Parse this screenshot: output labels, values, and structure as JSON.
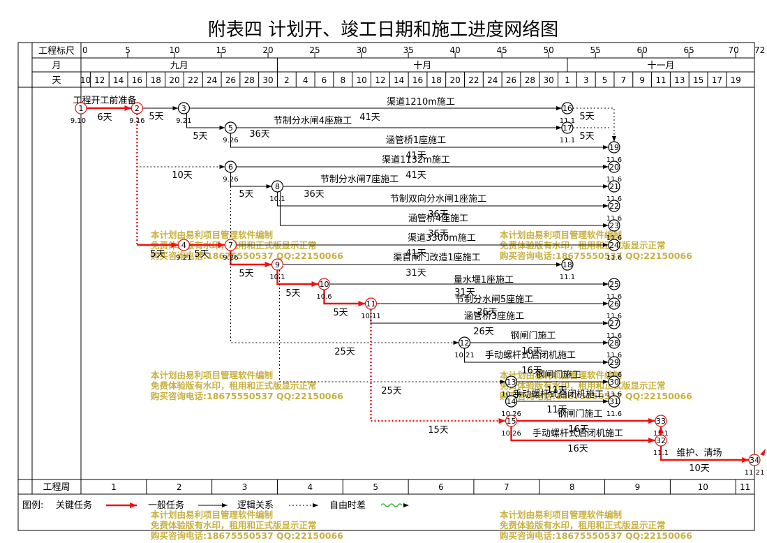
{
  "title": "附表四  计划开、竣工日期和施工进度网络图",
  "header": {
    "row_labels": [
      "工程标尺",
      "月",
      "天"
    ],
    "ruler_ticks": [
      "0",
      "5",
      "10",
      "15",
      "20",
      "25",
      "30",
      "35",
      "40",
      "45",
      "50",
      "55",
      "60",
      "65",
      "70",
      "72"
    ],
    "months": [
      "九月",
      "十月",
      "十一月"
    ],
    "days": [
      "10",
      "12",
      "14",
      "16",
      "18",
      "20",
      "22",
      "24",
      "26",
      "28",
      "30",
      "2",
      "4",
      "6",
      "8",
      "10",
      "12",
      "14",
      "16",
      "18",
      "20",
      "22",
      "24",
      "26",
      "28",
      "30",
      "1",
      "3",
      "5",
      "7",
      "9",
      "11",
      "13",
      "15",
      "17",
      "19"
    ]
  },
  "footer": {
    "week_label": "工程周",
    "weeks": [
      "1",
      "2",
      "3",
      "4",
      "5",
      "6",
      "7",
      "8",
      "9",
      "10",
      "11"
    ]
  },
  "legend": {
    "prefix": "图例:",
    "critical": "关键任务",
    "normal": "一般任务",
    "logic": "逻辑关系",
    "float": "自由时差"
  },
  "watermark": {
    "line1": "本计划由易利项目管理软件编制",
    "line2": "免费体验版有水印，租用和正式版显示正常",
    "line3": "购买咨询电话:18675550537 QQ:22150066"
  },
  "colors": {
    "critical": "#ee1111",
    "float_legend": "#44bb44",
    "watermark": "#c8b040"
  },
  "nodes": [
    {
      "id": "1",
      "date": "9.10"
    },
    {
      "id": "2",
      "date": "9.16"
    },
    {
      "id": "3",
      "date": "9.21"
    },
    {
      "id": "4",
      "date": "9.21"
    },
    {
      "id": "5",
      "date": "9.26"
    },
    {
      "id": "6",
      "date": "9.26"
    },
    {
      "id": "7",
      "date": "9.26"
    },
    {
      "id": "8",
      "date": "10.1"
    },
    {
      "id": "9",
      "date": "10.1"
    },
    {
      "id": "10",
      "date": "10.6"
    },
    {
      "id": "11",
      "date": "10.11"
    },
    {
      "id": "12",
      "date": "10.21"
    },
    {
      "id": "13",
      "date": "10.26"
    },
    {
      "id": "14",
      "date": "10.26"
    },
    {
      "id": "15",
      "date": "10.26"
    },
    {
      "id": "16",
      "date": "11.1"
    },
    {
      "id": "17",
      "date": "11.1"
    },
    {
      "id": "18",
      "date": "11.1"
    },
    {
      "id": "19",
      "date": "11.6"
    },
    {
      "id": "20",
      "date": "11.6"
    },
    {
      "id": "21",
      "date": "11.6"
    },
    {
      "id": "22",
      "date": "11.6"
    },
    {
      "id": "23",
      "date": "11.6"
    },
    {
      "id": "24",
      "date": "11.6"
    },
    {
      "id": "25",
      "date": "11.6"
    },
    {
      "id": "26",
      "date": "11.6"
    },
    {
      "id": "27",
      "date": "11.6"
    },
    {
      "id": "28",
      "date": "11.6"
    },
    {
      "id": "29",
      "date": "11.6"
    },
    {
      "id": "30",
      "date": "11.6"
    },
    {
      "id": "31",
      "date": "11.6"
    },
    {
      "id": "32",
      "date": "11.1"
    },
    {
      "id": "33",
      "date": "11.1"
    },
    {
      "id": "34",
      "date": "11.21"
    }
  ],
  "tasks": [
    {
      "name": "工程开工前准备",
      "dur": "6天"
    },
    {
      "name": "渠道1210m施工",
      "dur": "41天"
    },
    {
      "name": "节制分水闸4座施工",
      "dur": "36天"
    },
    {
      "name": "涵管桥1座施工",
      "dur": "41天"
    },
    {
      "name": "渠道1132m施工",
      "dur": "41天"
    },
    {
      "name": "节制分水闸7座施工",
      "dur": "36天"
    },
    {
      "name": "节制双向分水闸1座施工",
      "dur": "36天"
    },
    {
      "name": "涵管桥4座施工",
      "dur": "36天"
    },
    {
      "name": "渠道3300m施工",
      "dur": "41天"
    },
    {
      "name": "渠首闸门改造1座施工",
      "dur": "31天"
    },
    {
      "name": "量水堰1座施工",
      "dur": "31天"
    },
    {
      "name": "节制分水闸5座施工",
      "dur": "26天"
    },
    {
      "name": "涵管桥3座施工",
      "dur": "26天"
    },
    {
      "name": "钢闸门施工",
      "dur": "16天"
    },
    {
      "name": "手动螺杆式启闭机施工",
      "dur": "16天"
    },
    {
      "name": "钢闸门施工",
      "dur": "11天"
    },
    {
      "name": "手动螺杆式启闭机施工",
      "dur": "11天"
    },
    {
      "name": "钢闸门施工",
      "dur": "16天"
    },
    {
      "name": "手动螺杆式启闭机施工",
      "dur": "16天"
    },
    {
      "name": "维护、清场",
      "dur": "10天"
    }
  ],
  "connector_labels": [
    "5天",
    "5天",
    "5天",
    "5天",
    "5天",
    "5天",
    "5天",
    "5天",
    "10天",
    "25天",
    "25天",
    "15天"
  ]
}
